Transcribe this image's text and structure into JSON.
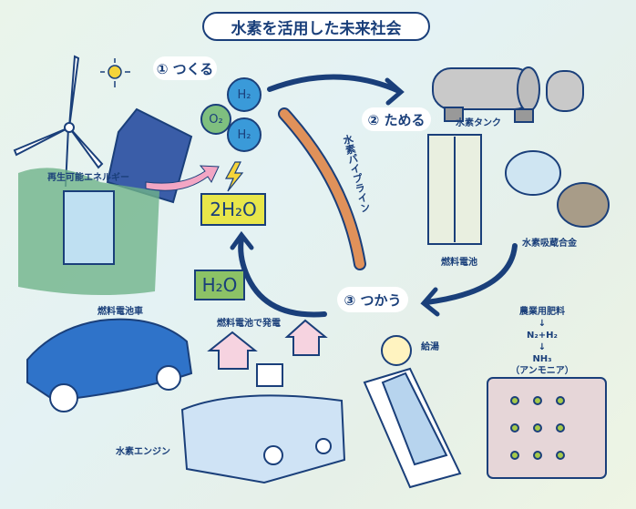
{
  "title": "水素を活用した未来社会",
  "steps": {
    "make": "① つくる",
    "store": "② ためる",
    "use": "③ つかう"
  },
  "molecules": {
    "o2": "O₂",
    "h2_top": "H₂",
    "h2_bottom": "H₂",
    "water_2h2o": "2H₂O",
    "water_h2o": "H₂O"
  },
  "labels": {
    "renewable": "再生可能エネルギー",
    "tank": "水素タンク",
    "pipeline": "水素パイプライン",
    "fuel_cell": "燃料電池",
    "alloy": "水素吸蔵合金",
    "fcv": "燃料電池車",
    "home_power": "燃料電池で発電",
    "hot_water": "給湯",
    "fertilizer": "農業用肥料",
    "n2h2": "N₂+H₂",
    "nh3": "NH₃",
    "ammonia": "（アンモニア）",
    "engine": "水素エンジン",
    "arrow_down": "↓"
  },
  "colors": {
    "navy": "#1a3f7a",
    "hydrogen": "#3a9ad9",
    "oxygen": "#7fbf7f",
    "water_box": "#e8e64a",
    "h2o_box": "#8cc266",
    "pipe": "#e0915a",
    "pink_arrow": "#f2a6c4"
  }
}
